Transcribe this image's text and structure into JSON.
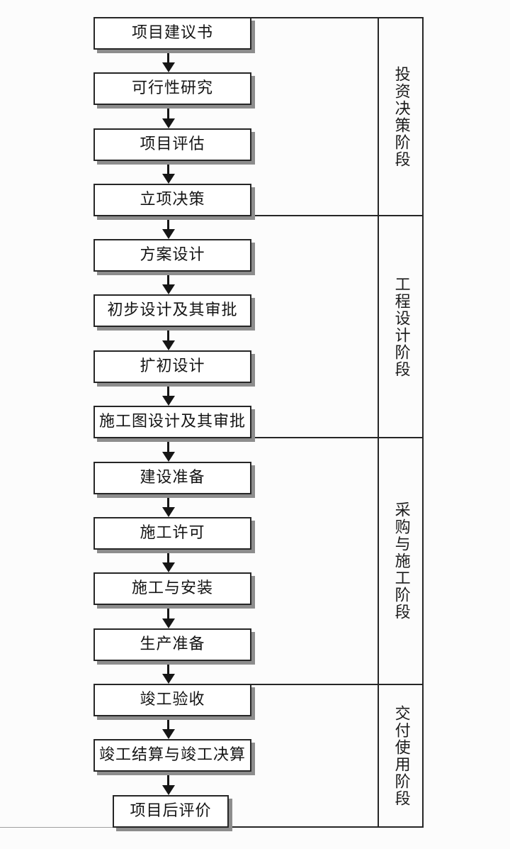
{
  "stages": [
    {
      "label": "投资决策阶段",
      "steps": [
        "项目建议书",
        "可行性研究",
        "项目评估",
        "立项决策"
      ]
    },
    {
      "label": "工程设计阶段",
      "steps": [
        "方案设计",
        "初步设计及其审批",
        "扩初设计",
        "施工图设计及其审批"
      ]
    },
    {
      "label": "采购与施工阶段",
      "steps": [
        "建设准备",
        "施工许可",
        "施工与安装",
        "生产准备"
      ]
    },
    {
      "label": "交付使用阶段",
      "steps": [
        "竣工验收",
        "竣工结算与竣工决算",
        "项目后评价"
      ]
    }
  ],
  "colors": {
    "ink": "#262626",
    "box_fill": "#ffffff",
    "shadow": "#8d8d8d",
    "background": "#fcfcfc"
  }
}
